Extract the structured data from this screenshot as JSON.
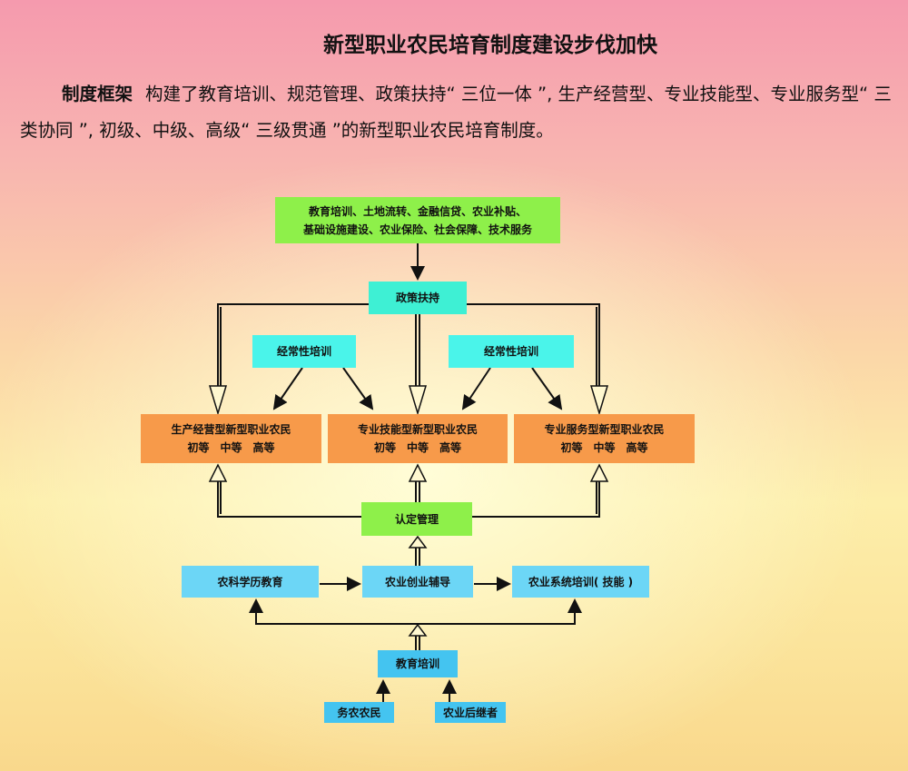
{
  "title": "新型职业农民培育制度建设步伐加快",
  "intro": {
    "label": "制度框架",
    "text": "构建了教育培训、规范管理、政策扶持“ 三位一体 ”, 生产经营型、专业技能型、专业服务型“ 三类协同 ”, 初级、中级、高级“ 三级贯通 ”的新型职业农民培育制度。"
  },
  "diagram": {
    "support_items": [
      "教育培训、土地流转、金融信贷、农业补贴、",
      "基础设施建设、农业保险、社会保障、技术服务"
    ],
    "policy": "政策扶持",
    "training_left": "经常性培训",
    "training_right": "经常性培训",
    "farmer_types": [
      {
        "name": "生产经营型新型职业农民",
        "levels": "初等　中等　高等"
      },
      {
        "name": "专业技能型新型职业农民",
        "levels": "初等　中等　高等"
      },
      {
        "name": "专业服务型新型职业农民",
        "levels": "初等　中等　高等"
      }
    ],
    "certification": "认定管理",
    "edu_row": [
      "农科学历教育",
      "农业创业辅导",
      "农业系统培训( 技能 )"
    ],
    "education": "教育培训",
    "sources": [
      "务农农民",
      "农业后继者"
    ]
  }
}
